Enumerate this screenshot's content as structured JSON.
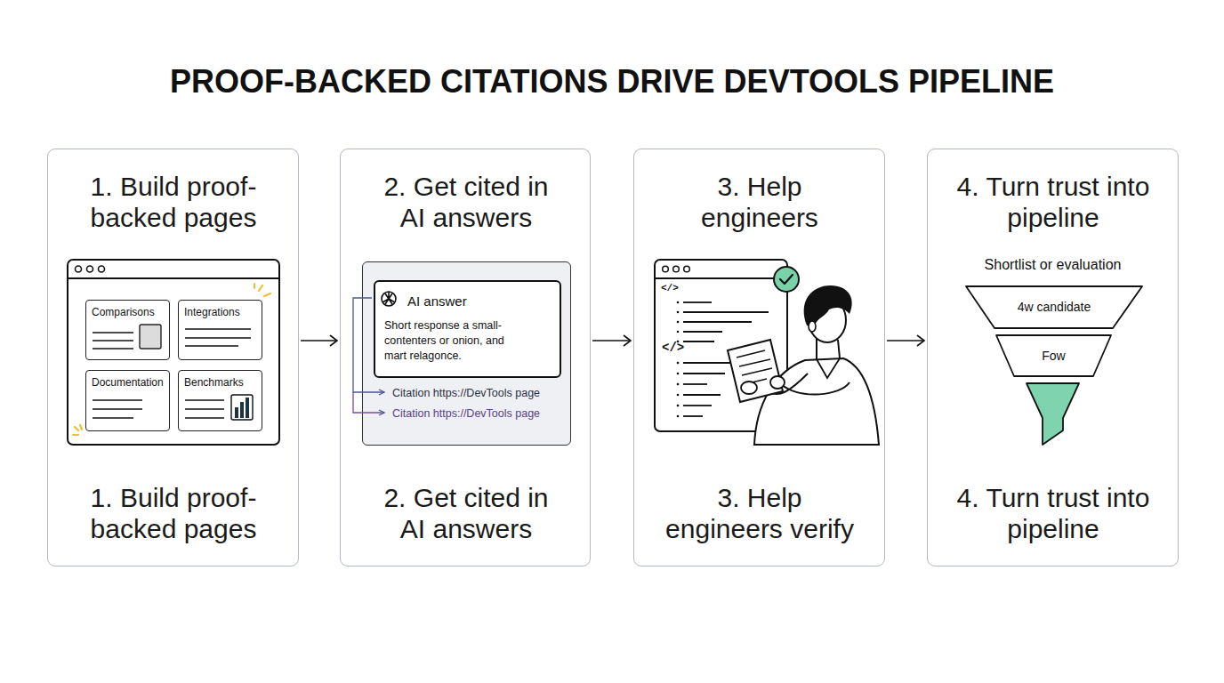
{
  "diagram": {
    "title": "PROOF-BACKED CITATIONS DRIVE DEVTOOLS PIPELINE",
    "nodes": [
      {
        "text": [
          "1. Build proof-backed pages",
          "1. Build proof-backed pages"
        ]
      },
      {
        "text": [
          "Comparisons"
        ],
        "in": 0
      },
      {
        "text": [
          "Integrations"
        ],
        "in": 0
      },
      {
        "text": [
          "Documentation"
        ],
        "in": 0
      },
      {
        "text": [
          "Benchmarks"
        ],
        "in": 0
      },
      {
        "text": [
          "2. Get cited in AI answers",
          "2. Get cited in AI answers"
        ]
      },
      {
        "text": [
          "Citation https://DevTools page",
          "Citation https://DevTools page"
        ],
        "in": 5
      },
      {
        "text": [
          "AI answer",
          "Short response a small- contenters or onion, and mart relagonce."
        ],
        "in": 6
      },
      {
        "text": [
          "3. Help engineers",
          "3. Help engineers verify"
        ]
      },
      {
        "text": [
          "4. Turn trust into pipeline",
          "4. Turn trust into pipeline"
        ]
      },
      {
        "text": [
          "4w candidate"
        ],
        "in": 9
      },
      {
        "text": [
          "Fow"
        ],
        "in": 9
      }
    ],
    "edges": [
      {
        "from": 0,
        "to": 5,
        "arrow": "to"
      },
      {
        "from": 5,
        "to": 8,
        "arrow": "to"
      },
      {
        "from": 8,
        "to": 9,
        "arrow": "to"
      }
    ],
    "labels": [
      "Shortlist or evaluation",
      "</>",
      "</>"
    ]
  }
}
